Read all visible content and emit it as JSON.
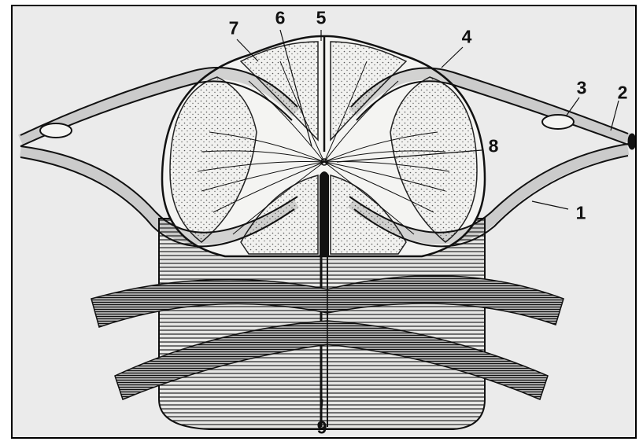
{
  "figure": {
    "colors": {
      "background": "#ebebeb",
      "ink": "#111111",
      "frame": "#000000",
      "white_matter": "#f4f4f2",
      "grey_matter_shade": "#cfcfcf"
    },
    "callouts": {
      "c1": "1",
      "c2": "2",
      "c3": "3",
      "c4": "4",
      "c5": "5",
      "c6": "6",
      "c7": "7",
      "c8": "8",
      "c9": "9"
    }
  }
}
